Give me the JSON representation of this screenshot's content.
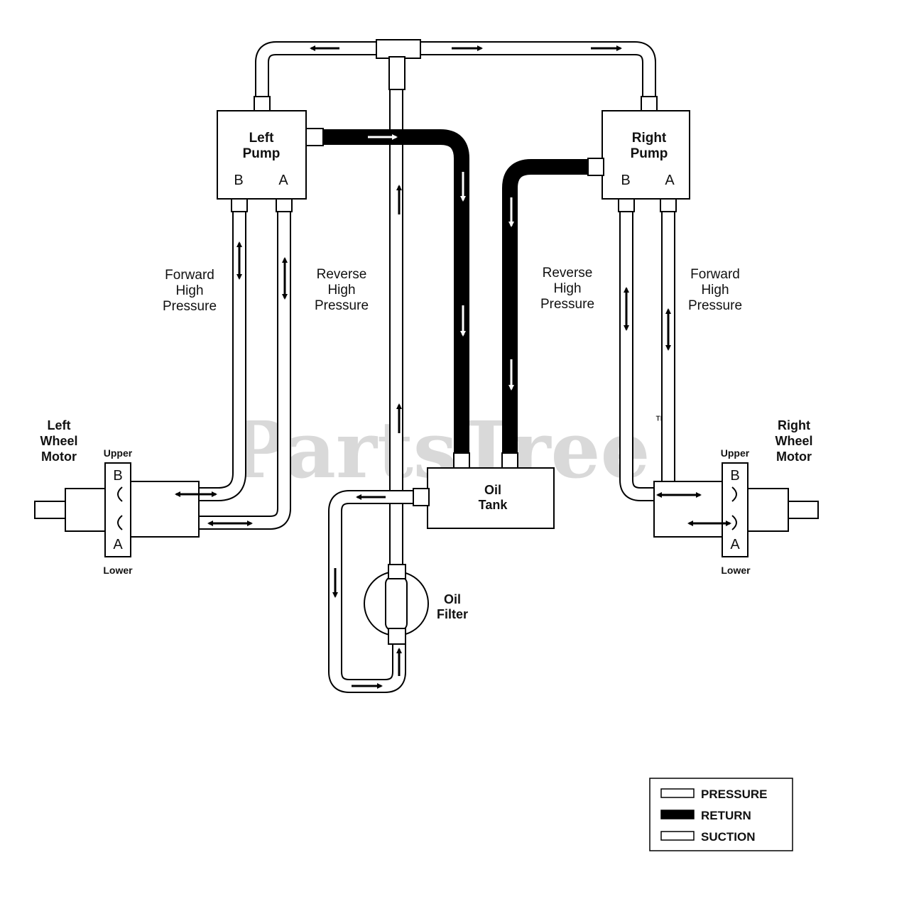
{
  "watermark": {
    "text": "PartsTree",
    "mark": "™"
  },
  "components": {
    "left_pump": {
      "line1": "Left",
      "line2": "Pump",
      "port_b": "B",
      "port_a": "A"
    },
    "right_pump": {
      "line1": "Right",
      "line2": "Pump",
      "port_b": "B",
      "port_a": "A"
    },
    "oil_tank": {
      "line1": "Oil",
      "line2": "Tank"
    },
    "oil_filter": {
      "line1": "Oil",
      "line2": "Filter"
    },
    "left_motor": {
      "line1": "Left",
      "line2": "Wheel",
      "line3": "Motor",
      "port_b": "B",
      "port_a": "A",
      "upper": "Upper",
      "lower": "Lower"
    },
    "right_motor": {
      "line1": "Right",
      "line2": "Wheel",
      "line3": "Motor",
      "port_b": "B",
      "port_a": "A",
      "upper": "Upper",
      "lower": "Lower"
    }
  },
  "line_labels": {
    "left_forward": [
      "Forward",
      "High",
      "Pressure"
    ],
    "left_reverse": [
      "Reverse",
      "High",
      "Pressure"
    ],
    "right_reverse": [
      "Reverse",
      "High",
      "Pressure"
    ],
    "right_forward": [
      "Forward",
      "High",
      "Pressure"
    ]
  },
  "legend": {
    "pressure": "PRESSURE",
    "return": "RETURN",
    "suction": "SUCTION"
  },
  "colors": {
    "line": "#000000",
    "pipe_fill": "#ffffff",
    "return_fill": "#000000",
    "watermark": "#d9d9d9"
  }
}
